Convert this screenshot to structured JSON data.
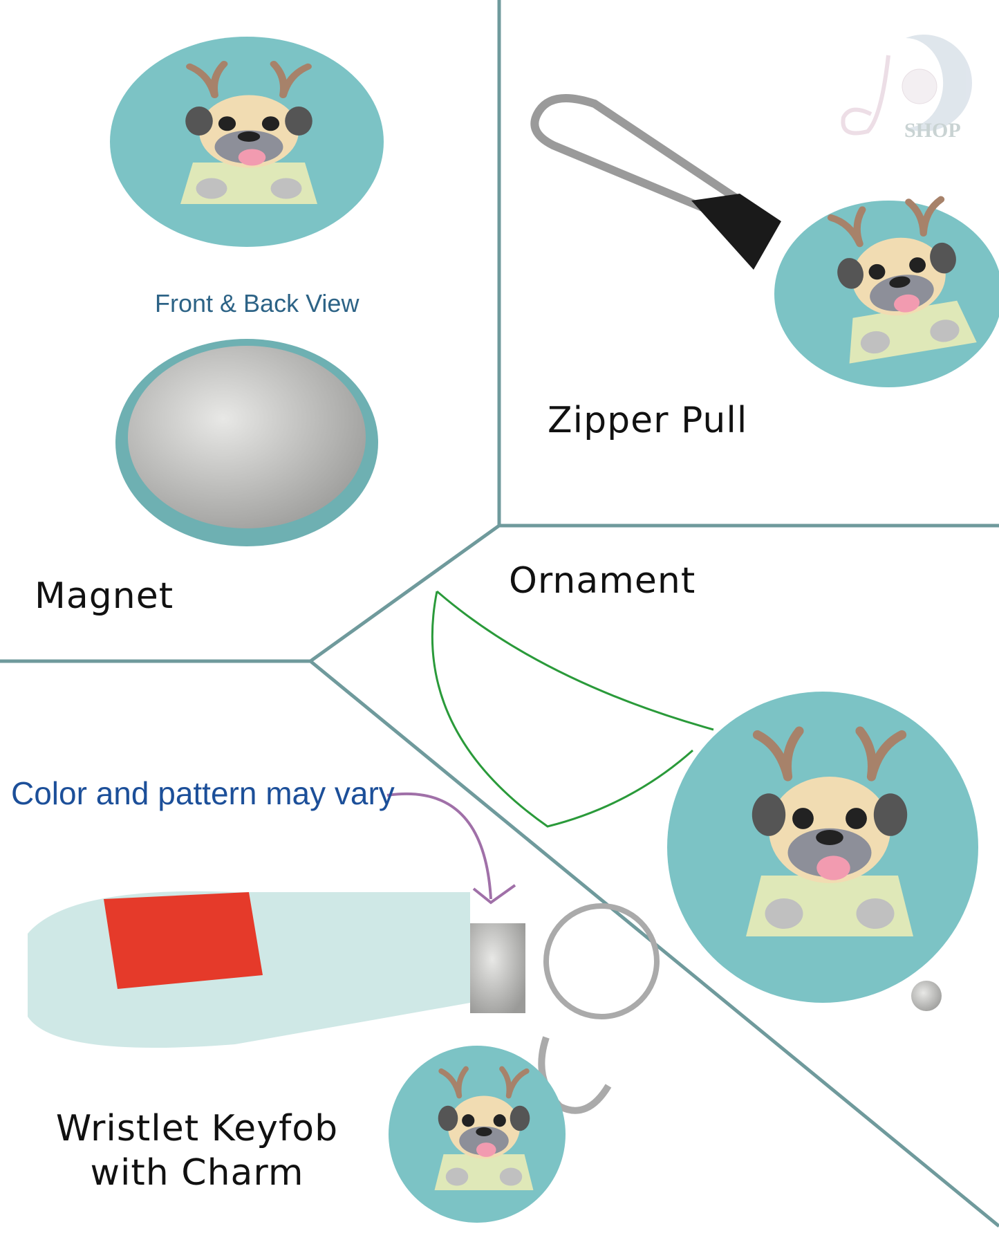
{
  "labels": {
    "front_back": "Front & Back View",
    "zipper_pull": "Zipper Pull",
    "magnet": "Magnet",
    "ornament": "Ornament",
    "color_note": "Color and pattern may vary",
    "wristlet_line1": "Wristlet Keyfob",
    "wristlet_line2": "with Charm"
  },
  "logo": {
    "text": "SHOP"
  },
  "colors": {
    "divider": "#6f9a9c",
    "badge": "#7cc3c5",
    "heading_blue": "#2d6386",
    "note_blue": "#1c4f99",
    "arrow": "#a070a8"
  }
}
